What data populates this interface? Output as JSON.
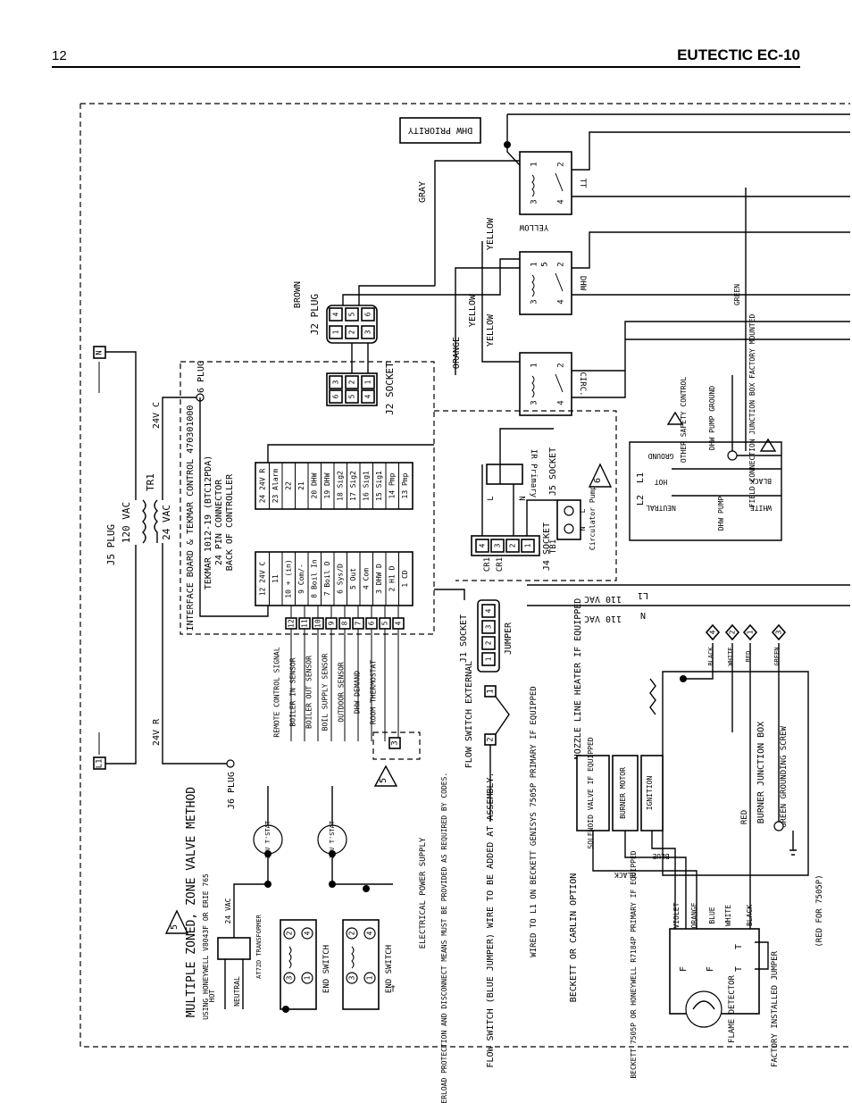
{
  "header": {
    "page_number": "12",
    "title": "EUTECTIC EC-10"
  },
  "diagram": {
    "heading": "MULTIPLE ZONED, ZONE VALVE METHOD",
    "heading_sub": "USING HONEYWELL V8043F OR ERIE 765",
    "warning_num": "5",
    "dhw_priority": "DHW PRIORITY",
    "plugs": {
      "j5": "J5 PLUG",
      "j6_left": "J6 PLUG",
      "j6_top": "J6 PLUG",
      "j2_plug": "J2 PLUG",
      "j2_socket": "J2 SOCKET",
      "j5_socket": "J5 SOCKET",
      "j4_socket": "J4 SOCKET",
      "j1_socket": "J1 SOCKET",
      "jumper": "JUMPER"
    },
    "power": {
      "n": "N",
      "l1": "L1",
      "vac120": "120 VAC",
      "vac24": "24 VAC",
      "tr1": "TR1",
      "c24": "24V C",
      "r24": "24V R"
    },
    "interface": {
      "title": "INTERFACE BOARD & TEKMAR CONTROL 470301000",
      "tekmar": "TEKMAR 1012-19 (BTC12PDA)",
      "connector": "24 PIN CONNECTOR",
      "back": "BACK OF CONTROLLER",
      "right_terms": [
        "24 24V R",
        "23 Alarm",
        "22",
        "21",
        "20 DHW",
        "19 DHW",
        "18 Sig2",
        "17 Sig2",
        "16 Sig1",
        "15 Sig1",
        "14 Pmp",
        "13 Pmp"
      ],
      "left_terms": [
        "12 24V C",
        "11",
        "10 + (in)",
        "9 Com/-",
        "8 Boil In",
        "7 Boil O",
        "6 Sys/D",
        "5 Out",
        "4 Com",
        "3 DHW D",
        "2 H1 D",
        "1 CD"
      ]
    },
    "terminals": [
      "12",
      "11",
      "10",
      "9",
      "8",
      "7",
      "6",
      "5",
      "4"
    ],
    "sensors": [
      "REMOTE CONTROL SIGNAL",
      "BOILER IN SENSOR",
      "BOILER OUT SENSOR",
      "BOIL SUPPLY SENSOR",
      "OUTDOOR SENSOR",
      "DHW DEMAND",
      "ROOM THERMOSTAT"
    ],
    "wires": {
      "gray": "GRAY",
      "yellow": "YELLOW",
      "brown": "BROWN",
      "orange": "ORANGE",
      "green": "GREEN",
      "black": "BLACK",
      "white": "WHITE",
      "red": "RED",
      "blue": "BLUE",
      "violet": "VIOLET"
    },
    "relays": {
      "tt": "TT",
      "dhw": "DHW",
      "circ": "CIRC."
    },
    "relay_pins": {
      "p1": "1",
      "p2": "2",
      "p3": "3",
      "p4": "4",
      "p5": "5"
    },
    "field": {
      "box": "FIELD CONNECTION JUNCTION BOX FACTORY MOUNTED",
      "other": "OTHER SAFETY CONTROL",
      "dhw_pump_ground": "DHW PUMP GROUND",
      "ground": "GROUND",
      "hot": "HOT",
      "neutral": "NEUTRAL",
      "dhw_pump": "DHW PUMP",
      "l1": "L1",
      "l2": "L2",
      "l": "L",
      "n": "N"
    },
    "circulator": {
      "label": "Circulator Pump",
      "tb1": "TB1",
      "cr1": "CR1",
      "ir": "IR Primary",
      "num6": "6",
      "l": "L",
      "n": "N"
    },
    "power110": {
      "l1": "110 VAC",
      "n": "110 VAC",
      "l1_tag": "L1",
      "n_tag": "N"
    },
    "flow_switch": {
      "external": "FLOW SWITCH EXTERNAL",
      "note": "FLOW SWITCH (BLUE JUMPER) WIRE TO BE ADDED AT ASSEMBLY."
    },
    "notes": {
      "elec": "ELECTRICAL POWER SUPPLY",
      "overload": "OVERLOAD PROTECTION AND DISCONNECT MEANS MUST BE PROVIDED AS REQUIRED BY CODES.",
      "dagger": "†"
    },
    "zone": {
      "tstat": "24V T'STAT",
      "end_switch": "END SWITCH",
      "transformer": "AT72D TRANSFORMER",
      "vac24": "24 VAC",
      "hot": "HOT",
      "neutral": "NEUTRAL",
      "pins": [
        "1",
        "2",
        "3",
        "4"
      ]
    },
    "burner": {
      "nozzle": "NOZZLE LINE HEATER IF EQUIPPED",
      "solenoid": "SOLENOID VALVE IF EQUIPPED",
      "motor": "BURNER MOTOR",
      "ignition": "IGNITION",
      "junction": "BURNER JUNCTION BOX",
      "grounding": "GREEN GROUNDING SCREW",
      "wired_l1": "WIRED TO L1 ON BECKETT GENISYS 7505P PRIMARY IF EQUIPPED",
      "option": "BECKETT OR CARLIN OPTION",
      "beckett": "BECKETT 7505P OR HONEYWELL R7184P PRIMARY IF EQUIPPED",
      "flame": "FLAME DETECTOR",
      "factory": "FACTORY INSTALLED JUMPER",
      "red_note": "(RED FOR 7505P)",
      "diamonds": [
        "4",
        "2",
        "1",
        "3"
      ],
      "ff": "F",
      "tt": "T"
    }
  }
}
